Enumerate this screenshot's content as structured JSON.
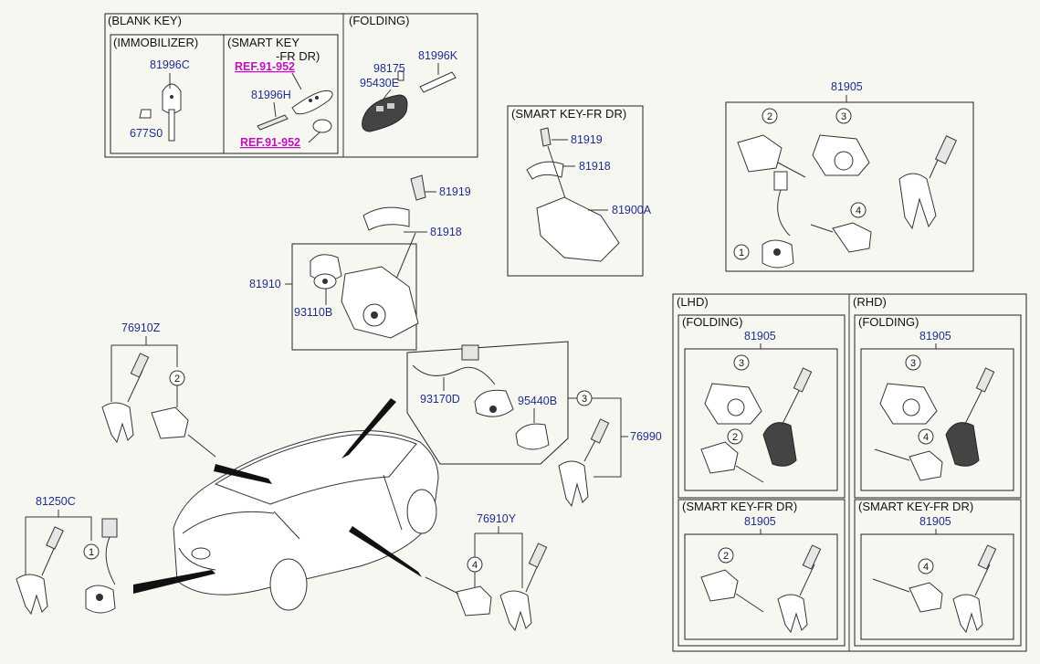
{
  "sections": {
    "blank_key": "(BLANK KEY)",
    "immobilizer": "(IMMOBILIZER)",
    "smart_key_line1": "(SMART KEY",
    "smart_key_line2": "-FR DR)",
    "folding_top": "(FOLDING)",
    "smart_key_fr_dr_mid": "(SMART KEY-FR DR)",
    "lhd": "(LHD)",
    "rhd": "(RHD)",
    "lhd_folding": "(FOLDING)",
    "rhd_folding": "(FOLDING)",
    "lhd_smart": "(SMART KEY-FR DR)",
    "rhd_smart": "(SMART KEY-FR DR)"
  },
  "refs": {
    "ref1": "REF.91-952",
    "ref2": "REF.91-952"
  },
  "parts": {
    "p81996C": "81996C",
    "p677S0": "677S0",
    "p81996H": "81996H",
    "p98175": "98175",
    "p81996K": "81996K",
    "p95430E": "95430E",
    "p81919_a": "81919",
    "p81918_a": "81918",
    "p81910": "81910",
    "p93110B": "93110B",
    "p81919_b": "81919",
    "p81918_b": "81918",
    "p81900A": "81900A",
    "p81905_top": "81905",
    "p93170D": "93170D",
    "p95440B": "95440B",
    "p76990": "76990",
    "p76910Z": "76910Z",
    "p81250C": "81250C",
    "p76910Y": "76910Y",
    "p81905_lf": "81905",
    "p81905_rf": "81905",
    "p81905_ls": "81905",
    "p81905_rs": "81905"
  },
  "callouts": {
    "c1": "1",
    "c2": "2",
    "c3": "3",
    "c4": "4"
  }
}
